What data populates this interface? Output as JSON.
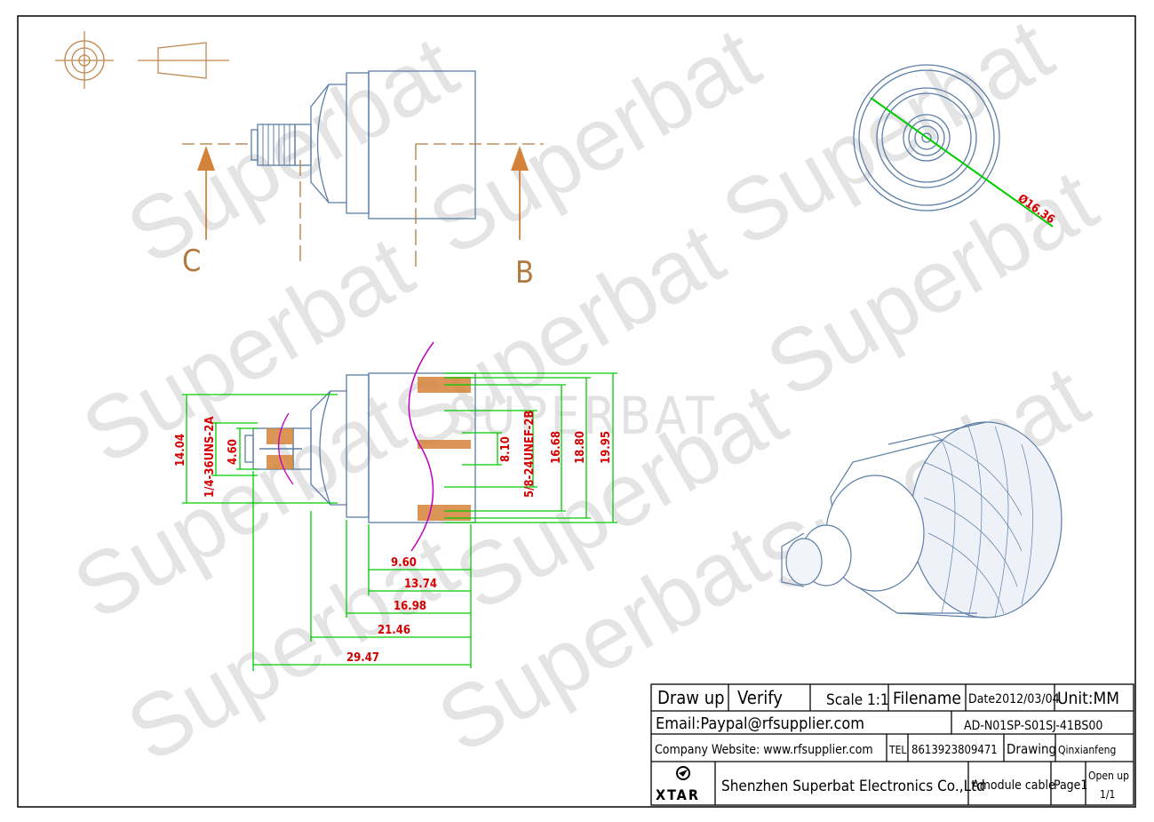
{
  "watermark": {
    "text": "Superbat",
    "center_text": "SUPERBAT"
  },
  "views": {
    "section_c": "C",
    "section_b": "B",
    "front_diameter": "Ø16.36"
  },
  "dimensions": {
    "vertical": [
      "14.04",
      "1/4-36UNS-2A",
      "4.60",
      "8.10",
      "5/8-24UNEF-2B",
      "16.68",
      "18.80",
      "19.95"
    ],
    "horizontal": [
      "9.60",
      "13.74",
      "16.98",
      "21.46",
      "29.47"
    ]
  },
  "title_block": {
    "draw_up": "Draw up",
    "verify": "Verify",
    "scale": "Scale 1:1",
    "filename": "Filename",
    "date": "Date2012/03/04",
    "unit": "Unit:MM",
    "email": "Email:Paypal@rfsupplier.com",
    "part_number": "AD-N01SP-S01SJ-41BS00",
    "website": "Company Website:  www.rfsupplier.com",
    "tel_label": "TEL",
    "tel": "8613923809471",
    "drawing_label": "Drawing",
    "drawer": "Qinxianfeng",
    "logo": "XTAR",
    "company": "Shenzhen Superbat Electronics Co.,Ltd",
    "module": "Amodule cable",
    "page": "Page1",
    "open_up": "Open up",
    "open_up_value": "1/1"
  },
  "colors": {
    "outline": "#5b7ea6",
    "dimension": "#00cc00",
    "text": "#d40000",
    "hatch": "#d4823a",
    "section": "#b07a40",
    "cut": "#c000c0"
  }
}
